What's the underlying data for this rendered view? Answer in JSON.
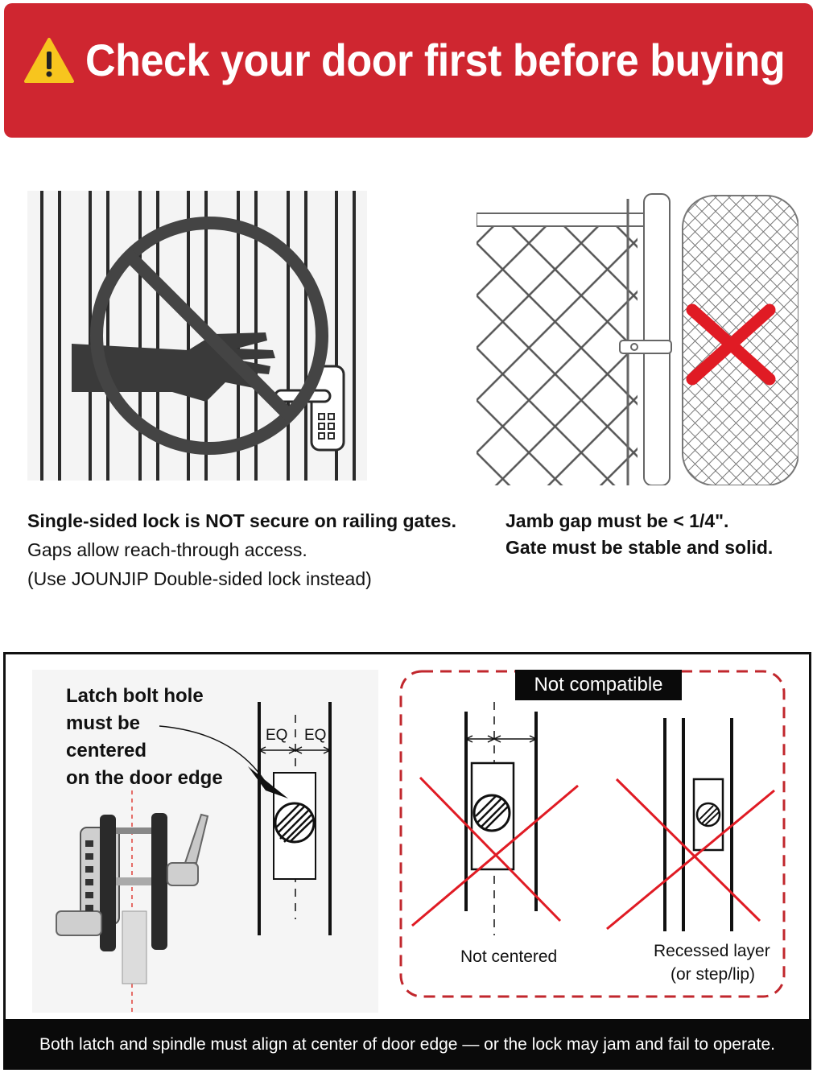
{
  "banner": {
    "title": "Check your door first before buying"
  },
  "left_panel": {
    "caption_bold": "Single-sided lock is NOT secure on railing gates.",
    "caption_line2": "Gaps allow reach-through access.",
    "caption_line3": "(Use JOUNJIP Double-sided lock instead)"
  },
  "right_panel": {
    "caption_line1": "Jamb gap must be < 1/4\".",
    "caption_line2": "Gate must be stable and solid."
  },
  "latch_section": {
    "label_lines": [
      "Latch bolt hole",
      "must be",
      "centered",
      "on the door edge"
    ],
    "eq_label": "EQ"
  },
  "incompatible_section": {
    "tag": "Not compatible",
    "not_centered": "Not centered",
    "recessed_line1": "Recessed layer",
    "recessed_line2": "(or step/lip)"
  },
  "footer": {
    "text": "Both latch and spindle must align at center of door edge — or the lock may jam and fail to operate."
  },
  "colors": {
    "banner_red": "#cf2630",
    "cross_red": "#e01b24",
    "dash_red": "#c1272d",
    "footer_black": "#0a0a0a"
  }
}
